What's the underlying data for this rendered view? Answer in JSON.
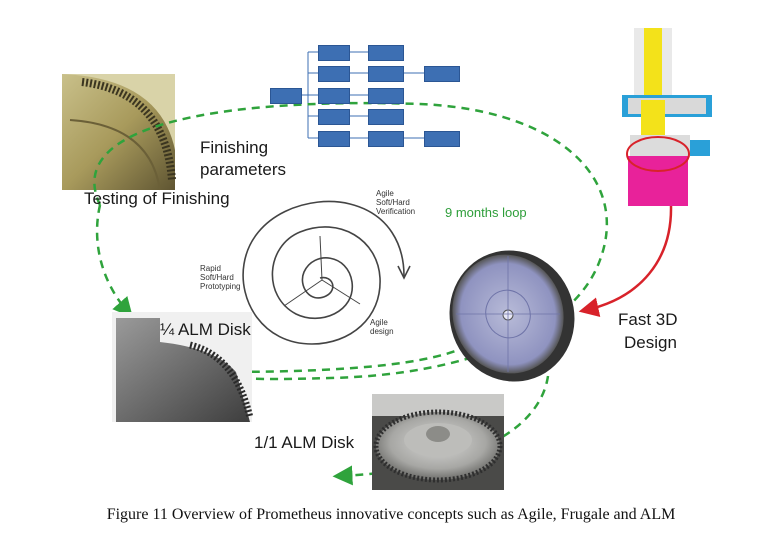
{
  "labels": {
    "finishing_parameters_1": "Finishing",
    "finishing_parameters_2": "parameters",
    "testing_of_finishing": "Testing of Finishing",
    "nine_months_loop": "9 months  loop",
    "agile_verification": "Agile Soft/Hard Verification",
    "rapid_prototyping": "Rapid Soft/Hard Prototyping",
    "agile_design": "Agile design",
    "quarter_alm_disk": "¼ ALM Disk",
    "fast_3d_design_1": "Fast 3D",
    "fast_3d_design_2": "Design",
    "full_alm_disk": "1/1 ALM Disk"
  },
  "caption": "Figure 11 Overview of Prometheus innovative concepts such as Agile, Frugale and ALM",
  "colors": {
    "loop": "#2fa33c",
    "arrow": "#d8222a",
    "box": "#3d6fb3"
  }
}
